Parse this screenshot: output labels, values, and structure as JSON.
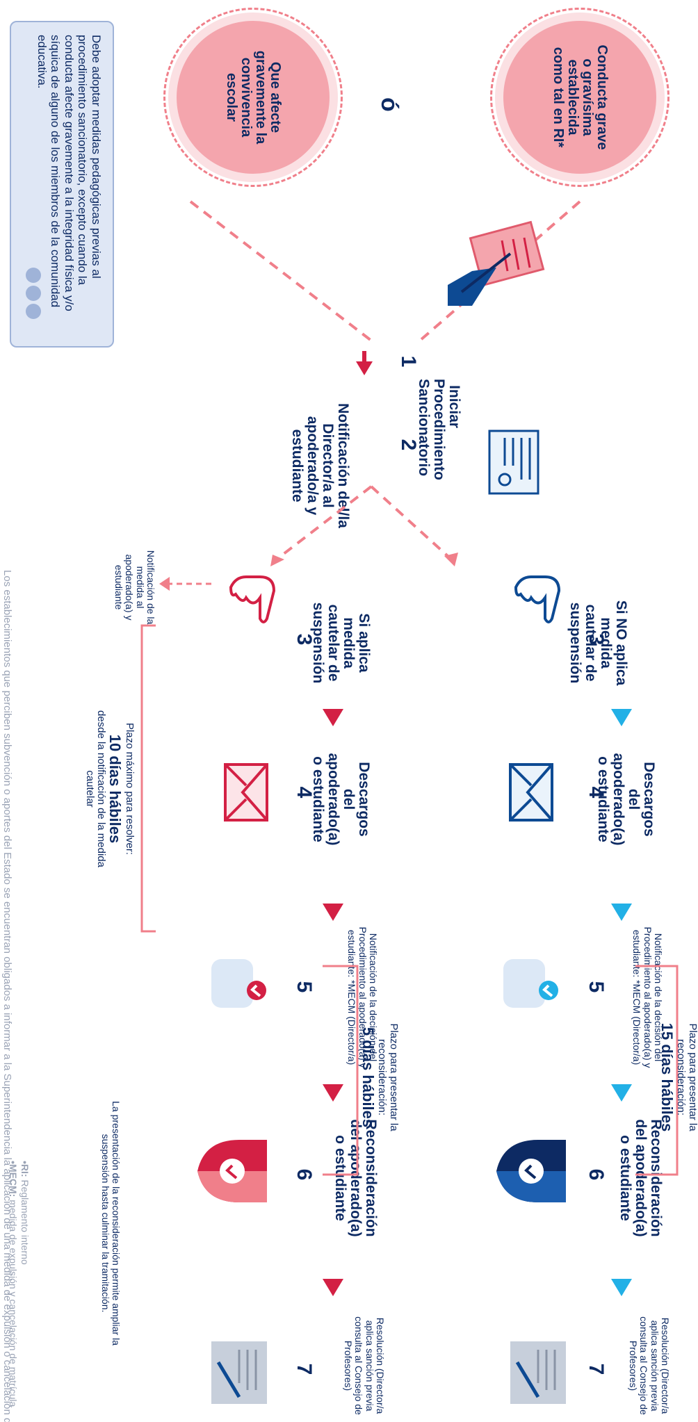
{
  "conditions": {
    "first": "Conducta grave o gravísima establecida como tal en RI*",
    "connector": "ó",
    "second": "Que afecte gravemente la convivencia escolar"
  },
  "note": "Debe adoptar medidas pedagógicas previas al procedimiento sancionatorio, excepto cuando la conducta afecte gravemente a la integridad física y/o síquica de alguno de los miembros de la comunidad educativa.",
  "steps_common": [
    {
      "number": "1",
      "label": "Iniciar Procedimiento Sancionatorio",
      "icon": "signing-document-icon"
    },
    {
      "number": "2",
      "label": "Notificación del/la Director/a al apoderado/a y estudiante",
      "icon": "notification-letter-icon"
    }
  ],
  "branch_no": {
    "color": "#0d4a93",
    "arrow_color": "#22b0e6",
    "steps": [
      {
        "number": "3",
        "label": "Si NO aplica medida cautelar de suspensión",
        "icon": "pointing-hand-icon"
      },
      {
        "number": "4",
        "label": "Descargos del apoderado(a) o estudiante",
        "icon": "envelope-icon"
      },
      {
        "number": "5",
        "label": "Notificación de la decisión del Procedimiento al apoderado(a) y estudiante: *MECM (Director/a)",
        "icon": "scroll-check-icon"
      },
      {
        "number": "6",
        "label": "Reconsideración del apoderado(a) o estudiante",
        "icon": "shield-check-icon"
      },
      {
        "number": "7",
        "label": "Resolución (Director/a aplica sanción previa consulta al Consejo de Profesores)",
        "icon": "signed-document-icon"
      }
    ],
    "deadline_prefix": "Plazo para presentar la reconsideración:",
    "deadline_value": "15 días hábiles"
  },
  "branch_yes": {
    "color": "#d32044",
    "arrow_color": "#d32044",
    "steps": [
      {
        "number": "3",
        "label": "Si aplica medida cautelar de suspensión",
        "icon": "pointing-hand-icon"
      },
      {
        "number": "4",
        "label": "Descargos del apoderado(a) o estudiante",
        "icon": "envelope-icon"
      },
      {
        "number": "5",
        "label": "Notificación de la decisión del Procedimiento al apoderado(a) y estudiante: *MECM (Director/a)",
        "icon": "scroll-check-icon"
      },
      {
        "number": "6",
        "label": "Reconsideración del apoderado(a) o estudiante",
        "icon": "shield-check-icon"
      },
      {
        "number": "7",
        "label": "Resolución (Director/a aplica sanción previa consulta al Consejo de Profesores)",
        "icon": "signed-document-icon"
      }
    ],
    "side_note": "Notificación de la medida al apoderado(a) y estudiante",
    "resolve_prefix": "Plazo máximo para resolver:",
    "resolve_value": "10 días hábiles",
    "resolve_suffix": "desde la notificación de la medida cautelar",
    "deadline_prefix": "Plazo para presentar la reconsideración:",
    "deadline_value": "5 días hábiles",
    "reconsideration_note": "La presentación de la reconsideración permite ampliar la suspensión hasta culminar la tramitación."
  },
  "legend": {
    "ri_abbr": "•RI:",
    "ri_text": "Reglamento interno",
    "mecm_abbr": "•MECM:",
    "mecm_text": "medida de expulsión y cancelación de matrícula"
  },
  "footer": "Los establecimientos que perciben subvención o aportes del Estado se encuentran obligados a informar a la Superintendencia la aplicación de una medida de expulsión o cancelación de"
}
